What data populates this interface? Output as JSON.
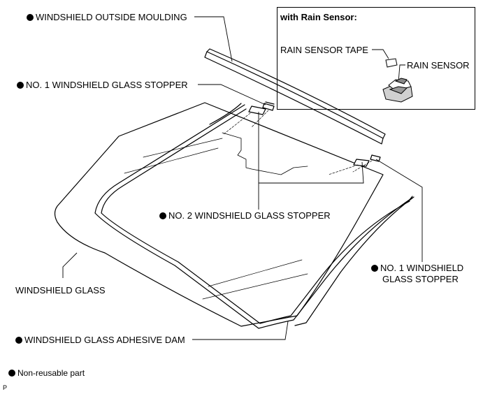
{
  "labels": {
    "outside_moulding": "WINDSHIELD OUTSIDE MOULDING",
    "no1_stopper_top": "NO. 1 WINDSHIELD GLASS STOPPER",
    "no2_stopper": "NO. 2 WINDSHIELD GLASS STOPPER",
    "no1_stopper_right_line1": "NO. 1 WINDSHIELD",
    "no1_stopper_right_line2": "GLASS STOPPER",
    "windshield_glass": "WINDSHIELD GLASS",
    "adhesive_dam": "WINDSHIELD GLASS ADHESIVE DAM"
  },
  "inset": {
    "title": "with Rain Sensor:",
    "tape": "RAIN SENSOR TAPE",
    "sensor": "RAIN SENSOR"
  },
  "legend": {
    "non_reusable": "Non-reusable part"
  },
  "figure_code": "P"
}
